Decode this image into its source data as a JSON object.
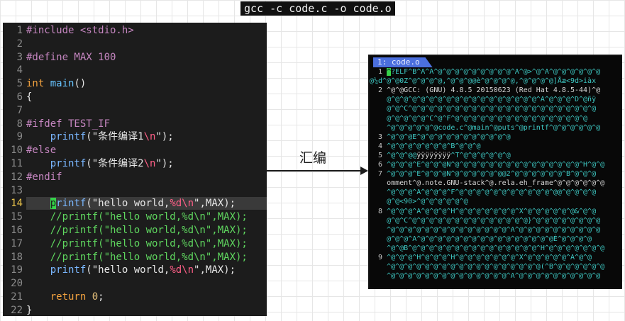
{
  "command": "gcc -c code.c -o code.o",
  "arrow_label": "汇编",
  "editor": {
    "current_line": "14",
    "lines": [
      {
        "n": "1",
        "t": [
          [
            "#include ",
            "t-pp"
          ],
          [
            "<stdio.h>",
            "t-inc"
          ]
        ]
      },
      {
        "n": "2",
        "t": []
      },
      {
        "n": "3",
        "t": [
          [
            "#define MAX 100",
            "t-pp"
          ]
        ]
      },
      {
        "n": "4",
        "t": []
      },
      {
        "n": "5",
        "t": [
          [
            "int",
            "t-kw"
          ],
          [
            " ",
            "t-pl"
          ],
          [
            "main",
            "t-ty"
          ],
          [
            "()",
            "t-pl"
          ]
        ]
      },
      {
        "n": "6",
        "t": [
          [
            "{",
            "t-pl"
          ]
        ]
      },
      {
        "n": "7",
        "t": []
      },
      {
        "n": "8",
        "t": [
          [
            "#ifdef TEST_IF",
            "t-pp"
          ]
        ]
      },
      {
        "n": "9",
        "t": [
          [
            "    printf",
            "t-fn"
          ],
          [
            "(\"条件编译1",
            "t-str"
          ],
          [
            "\\n",
            "t-esc"
          ],
          [
            "\");",
            "t-str"
          ]
        ]
      },
      {
        "n": "10",
        "t": [
          [
            "#else",
            "t-pp"
          ]
        ]
      },
      {
        "n": "11",
        "t": [
          [
            "    printf",
            "t-fn"
          ],
          [
            "(\"条件编译2",
            "t-str"
          ],
          [
            "\\n",
            "t-esc"
          ],
          [
            "\");",
            "t-str"
          ]
        ]
      },
      {
        "n": "12",
        "t": [
          [
            "#endif",
            "t-pp"
          ]
        ]
      },
      {
        "n": "13",
        "t": []
      },
      {
        "n": "14",
        "t": [
          [
            "    ",
            "t-pl"
          ],
          [
            "p",
            "t-cur"
          ],
          [
            "rintf",
            "t-fn"
          ],
          [
            "(\"hello world,",
            "t-str"
          ],
          [
            "%d\\n",
            "t-esc"
          ],
          [
            "\",MAX);",
            "t-str"
          ]
        ]
      },
      {
        "n": "15",
        "t": [
          [
            "    //printf(\"hello world,%d\\n\",MAX);",
            "t-cm"
          ]
        ]
      },
      {
        "n": "16",
        "t": [
          [
            "    //printf(\"hello world,%d\\n\",MAX);",
            "t-cm"
          ]
        ]
      },
      {
        "n": "17",
        "t": [
          [
            "    //printf(\"hello world,%d\\n\",MAX);",
            "t-cm"
          ]
        ]
      },
      {
        "n": "18",
        "t": [
          [
            "    //printf(\"hello world,%d\\n\",MAX);",
            "t-cm"
          ]
        ]
      },
      {
        "n": "19",
        "t": [
          [
            "    printf",
            "t-fn"
          ],
          [
            "(\"hello world,",
            "t-str"
          ],
          [
            "%d\\n",
            "t-esc"
          ],
          [
            "\",MAX);",
            "t-str"
          ]
        ]
      },
      {
        "n": "20",
        "t": []
      },
      {
        "n": "21",
        "t": [
          [
            "    return ",
            "t-kw"
          ],
          [
            "0",
            "t-num"
          ],
          [
            ";",
            "t-pl"
          ]
        ]
      },
      {
        "n": "22",
        "t": [
          [
            "}",
            "t-pl"
          ]
        ]
      }
    ]
  },
  "hexview": {
    "tab_label": "1: code.o",
    "lines": [
      [
        [
          "  1 ",
          "n"
        ],
        [
          "^",
          "g"
        ],
        [
          "?ELF^B^A^A^@^@^@^@^@^@^@^@^@^A^@>^@^A^@^@^@^@^@^@",
          ""
        ]
      ],
      [
        [
          "@¼d^@^@0Z^@^@^@^@,^@^@^@@è^@^@^@^@,^@^@^@^@]Åæ<9d>iàx",
          ""
        ]
      ],
      [
        [
          "  2 ",
          "n"
        ],
        [
          "^@^@GCC: (GNU) 4.8.5 20150623 (Red Hat 4.8.5-44)^@",
          "w"
        ]
      ],
      [
        [
          "    @^@^@^@^@^@^@^@^@^@^@^@^@^@^@^@^@^@^A^@^@^@^D^@ñÿ",
          ""
        ]
      ],
      [
        [
          "    @^@^C^@^@^@^@^@^@^@^@^@^@^@^@^@^@^@^@^@^@^@^@^@^@",
          ""
        ]
      ],
      [
        [
          "    @^@^@^@^@^C^@^F^@^@^@^@^@^@^@^@^@^@^@^@^@^@^@^@",
          ""
        ]
      ],
      [
        [
          "    ^@^@^@^@^@^@code.c^@main^@puts^@printf^@^@^@^@^@^@",
          ""
        ]
      ],
      [
        [
          "  3 ",
          "n"
        ],
        [
          "^@^@^@E^@^@^@^@^@^@^@^@^@^@^@",
          ""
        ]
      ],
      [
        [
          "  4 ",
          "n"
        ],
        [
          "^@^@^@^@^@^@^@^B^@^@^@",
          ""
        ]
      ],
      [
        [
          "  5 ",
          "n"
        ],
        [
          "^@^@^@@",
          ""
        ],
        [
          "ÿÿÿÿÿÿÿÿ",
          "w"
        ],
        [
          "^T^@^@^@^@^@^@",
          ""
        ]
      ],
      [
        [
          "  6 ",
          "n"
        ],
        [
          "^@^@^@^E^@^@^@N^@^@^@^@^@^@^@^@^@^@^@^@^@^@^@^H^@^@",
          ""
        ]
      ],
      [
        [
          "  7 ",
          "n"
        ],
        [
          "^@^@^@^E^@^@^@N^@^@^@^@^@^@@2^@^@^@^@^@^@^B^@^@^@",
          ""
        ]
      ],
      [
        [
          "    omment^@.note.GNU-stack^@.rela.eh_frame^@^@^@^@^@^@",
          "w"
        ]
      ],
      [
        [
          "    ^@^@^@^A^@^@^@^F^@^@^@^@^@^@^@^@^@^@^@^@@^@^@^@^@",
          ""
        ]
      ],
      [
        [
          "    @^@<90>^@^@^@^@^@^@",
          ""
        ]
      ],
      [
        [
          "  8 ",
          "n"
        ],
        [
          "^@^@^@^A^@^@^@^H^@^@^@^@^@^@^@^X^@^@^@^@^@^@&^@^@",
          ""
        ]
      ],
      [
        [
          "    @^@^C^@^@^@^@^@^@^@^@^@^@^@^@^@^@}^@^@^@^@^@^@^@^@",
          ""
        ]
      ],
      [
        [
          "    ^@^@^@^@^@^@^@^@^@^@^@^@^@^@^A^@^@^@^@^@^@^@^@^@^@",
          ""
        ]
      ],
      [
        [
          "    @^@^@^A^@^@^@^@^@^@^@^@^@^@^@^@^@^@^@^@È^@^@^@^@",
          ""
        ]
      ],
      [
        [
          "    ^@^@B^@^@^@^@^@^@^@^@^@^@^@^@^@^@^@^H^@^@^@^@^@^@^@",
          ""
        ]
      ],
      [
        [
          "  9 ",
          "n"
        ],
        [
          "^@^@^@^H^@^@^@^H^@^@^@^@^@^@^@^X^@^@^@^@^@^A^@^@",
          ""
        ]
      ],
      [
        [
          "    ^@^@^@^@^@^@^@^@^@^@^@^@^@^@^@^@^@^@(^B^@^@^@^@^@^@",
          ""
        ]
      ],
      [
        [
          "    ^@^@^@^@^@^@^@^@^@^@^@^@^@^@^A^@^@^@^@^@^@^@^@^@^@",
          ""
        ]
      ]
    ]
  }
}
